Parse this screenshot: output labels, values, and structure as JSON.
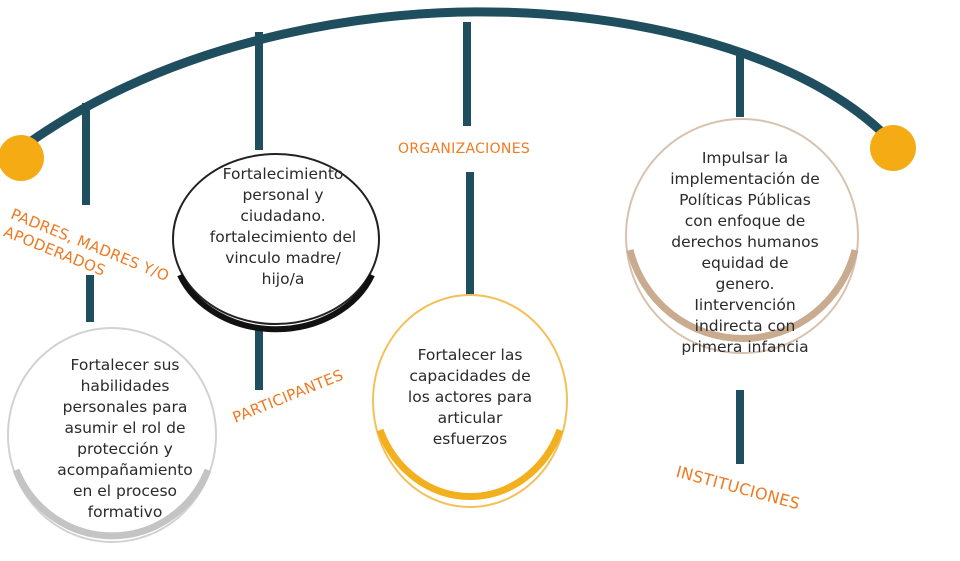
{
  "groups": {
    "padres": {
      "label_lines": [
        "PADRES, MADRES Y/O",
        "APODERADOS"
      ],
      "text_lines": [
        "Fortalecer sus",
        "habilidades",
        "personales para",
        "asumir el rol de",
        "protección y",
        "acompañamiento",
        "en el proceso",
        "formativo"
      ]
    },
    "participantes": {
      "label": "PARTICIPANTES",
      "text_lines": [
        "Fortalecimiento",
        "personal y",
        "ciudadano.",
        "fortalecimiento del",
        "vinculo madre/",
        "hijo/a"
      ]
    },
    "organizaciones": {
      "label": "ORGANIZACIONES",
      "text_lines": [
        "Fortalecer las",
        "capacidades de",
        "los actores  para",
        "articular",
        "esfuerzos"
      ]
    },
    "instituciones": {
      "label": "INSTITUCIONES",
      "text_lines": [
        "Impulsar la",
        "implementación de",
        "Políticas Públicas",
        "con enfoque de",
        "derechos humanos",
        "equidad de genero.",
        "Iintervención",
        "indirecta con",
        "primera infancia"
      ]
    }
  },
  "colors": {
    "arc": "#1f4e5f",
    "end_dot": "#f5ab14",
    "label": "#f07a22",
    "ring_gray": "#c9c9c9",
    "ring_black": "#111111",
    "ring_yellow": "#f2b01e",
    "ring_tan": "#c9ab90"
  }
}
